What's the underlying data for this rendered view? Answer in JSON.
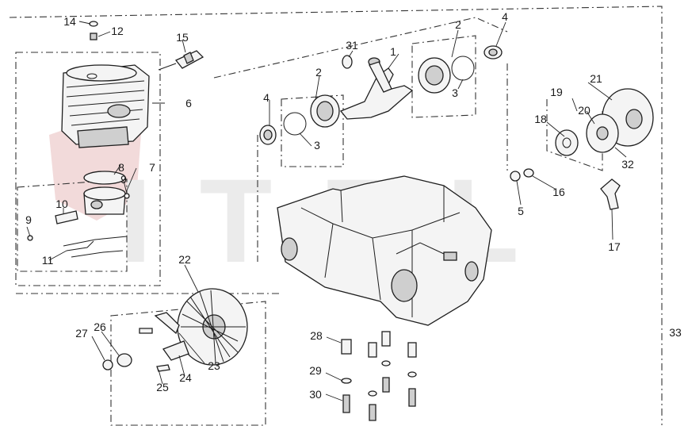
{
  "callouts": [
    "1",
    "2",
    "3",
    "4",
    "5",
    "6",
    "7",
    "8",
    "9",
    "10",
    "11",
    "12",
    "14",
    "15",
    "16",
    "17",
    "18",
    "19",
    "20",
    "21",
    "22",
    "23",
    "24",
    "25",
    "26",
    "27",
    "28",
    "29",
    "30",
    "31",
    "32",
    "33"
  ],
  "watermark": "ITEL",
  "colors": {
    "line": "#1e1e1e",
    "watermark": "#e9e9e9",
    "watermark_accent": "#f1d6d6"
  }
}
